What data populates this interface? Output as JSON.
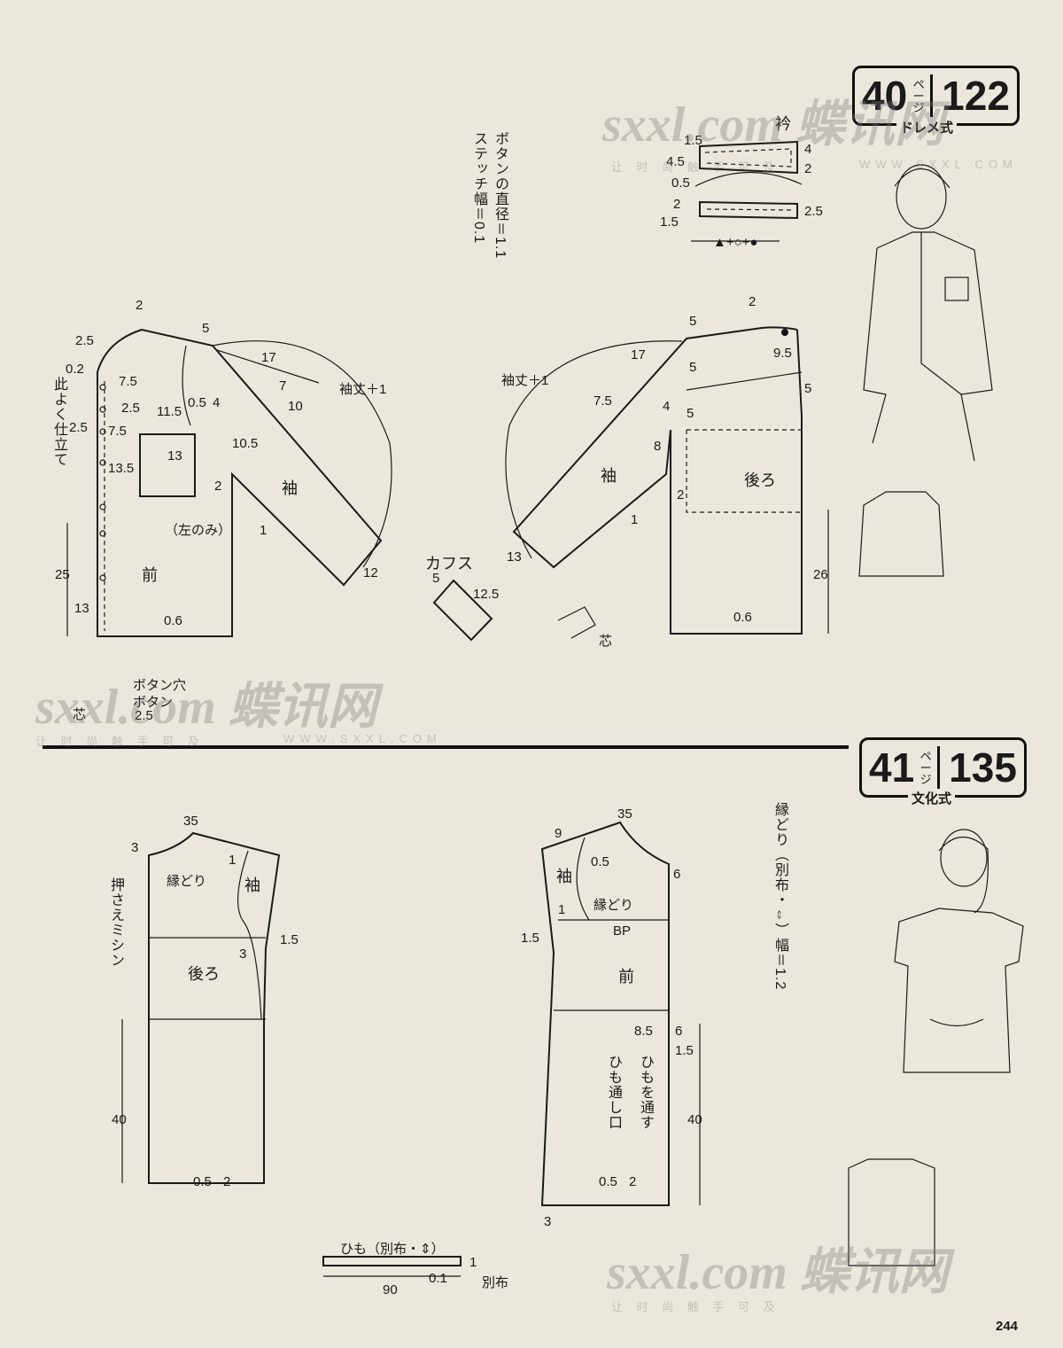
{
  "section_40": {
    "badge": {
      "issue": "40",
      "page_label": "ページ",
      "pattern_no": "122"
    },
    "maker": "ドレメ式",
    "collar_title": "衿",
    "collar_numbers": {
      "a": "1.5",
      "b": "4.5",
      "c": "0.5",
      "d": "2",
      "e": "1.5",
      "f": "4",
      "g": "2",
      "h": "2.5"
    },
    "collar_legend": "▲+○+●",
    "button_note": "ボタンの直径＝1.1",
    "stitch_note": "ステッチ幅＝0.1",
    "front_side_note": "此よく仕立て",
    "front": {
      "label": "前",
      "pocket_note": "（左のみ）",
      "nums": [
        "2",
        "5",
        "2.5",
        "0.2",
        "7.5",
        "2.5",
        "2.5",
        "7.5",
        "11.5",
        "0.5",
        "4",
        "13.5",
        "13",
        "10.5",
        "2",
        "17",
        "7",
        "10",
        "1",
        "12",
        "25",
        "13",
        "0.6"
      ]
    },
    "front_sleeve": {
      "label": "袖",
      "note": "袖丈＋1"
    },
    "back": {
      "label": "後ろ",
      "nums": [
        "2",
        "5",
        "9.5",
        "5",
        "5",
        "4",
        "5",
        "8",
        "2",
        "26",
        "0.6"
      ]
    },
    "back_sleeve": {
      "label": "袖",
      "note": "袖丈＋1",
      "nums": [
        "17",
        "7.5",
        "1",
        "13"
      ]
    },
    "cuffs": {
      "title": "カフス",
      "nums": [
        "5",
        "12.5"
      ]
    },
    "interfacing": "芯",
    "buttonhole_legend": {
      "hole": "ボタン穴",
      "button": "ボタン",
      "core": "芯",
      "num": "2.5"
    }
  },
  "section_41": {
    "badge": {
      "issue": "41",
      "page_label": "ページ",
      "pattern_no": "135"
    },
    "maker": "文化式",
    "bias_note": "縁どり（別布・⇔）幅＝1.2",
    "stitch_side": "押さえミシン",
    "back": {
      "label": "後ろ",
      "sleeve": "袖",
      "bind": "縁どり",
      "nums": [
        "35",
        "3",
        "1",
        "1.5",
        "3",
        "40",
        "0.5",
        "2"
      ]
    },
    "front": {
      "label": "前",
      "sleeve": "袖",
      "bind": "縁どり",
      "bp": "BP",
      "nums": [
        "9",
        "35",
        "0.5",
        "1",
        "6",
        "1.5",
        "8.5",
        "6",
        "1.5",
        "40",
        "0.5",
        "2",
        "3"
      ],
      "notes": [
        "ひもを通す",
        "ひも通し口"
      ]
    },
    "tie": {
      "title": "ひも（別布・⇕）",
      "len": "90",
      "w1": "1",
      "w2": "0.1",
      "sub": "別布"
    }
  },
  "watermark": {
    "brand": "sxxl.com 蝶讯网",
    "url": "WWW.SXXL.COM",
    "tag": "让 时 尚 触 手 可 及"
  },
  "page_number": "244"
}
